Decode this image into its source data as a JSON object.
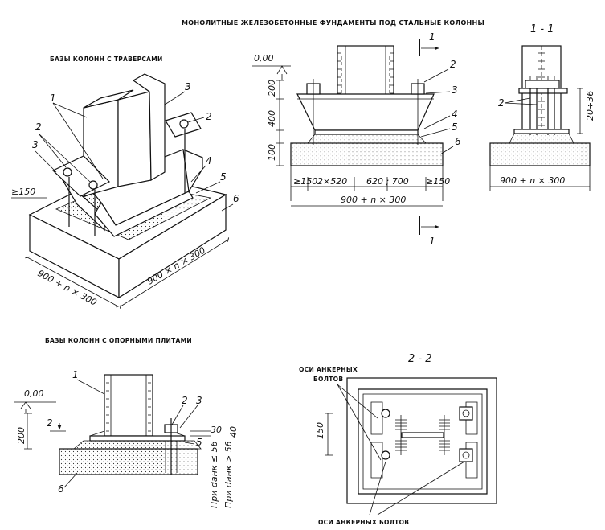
{
  "title": "МОНОЛИТНЫЕ ЖЕЛЕЗОБЕТОННЫЕ ФУНДАМЕНТЫ ПОД СТАЛЬНЫЕ КОЛОННЫ",
  "headings": {
    "traverse_bases": "БАЗЫ КОЛОНН С ТРАВЕРСАМИ",
    "plate_bases": "БАЗЫ КОЛОНН С ОПОРНЫМИ ПЛИТАМИ"
  },
  "section_labels": {
    "s1": "1 - 1",
    "s2": "2 - 2",
    "cut1": "1",
    "cut2": "2"
  },
  "elevation": "0,00",
  "dimensions": {
    "iso_offset": "≥150",
    "iso_width": "900 + n × 300",
    "iso_length": "900 × n × 300",
    "sec_200": "200",
    "sec_400": "400",
    "sec_100": "100",
    "sec_left": "≥150",
    "sec_2x520": "2×520",
    "sec_620": "620 ; 700",
    "sec_right": "≥150",
    "sec_total": "900 + n × 300",
    "s11_20": "20÷36",
    "s11_total": "900 + n × 300",
    "plate_200": "200",
    "plate_30": "30",
    "plate_40": "40",
    "plate_d1": "При dанк ≤ 56",
    "plate_d2": "При dанк > 56",
    "plan_150": "150"
  },
  "callouts": {
    "c1": "1",
    "c2": "2",
    "c3": "3",
    "c4": "4",
    "c5": "5",
    "c6": "6"
  },
  "axis_labels": {
    "anchor_axes_top_1": "ОСИ АНКЕРНЫХ",
    "anchor_axes_top_2": "БОЛТОВ",
    "anchor_axes_bottom": "ОСИ АНКЕРНЫХ БОЛТОВ"
  }
}
